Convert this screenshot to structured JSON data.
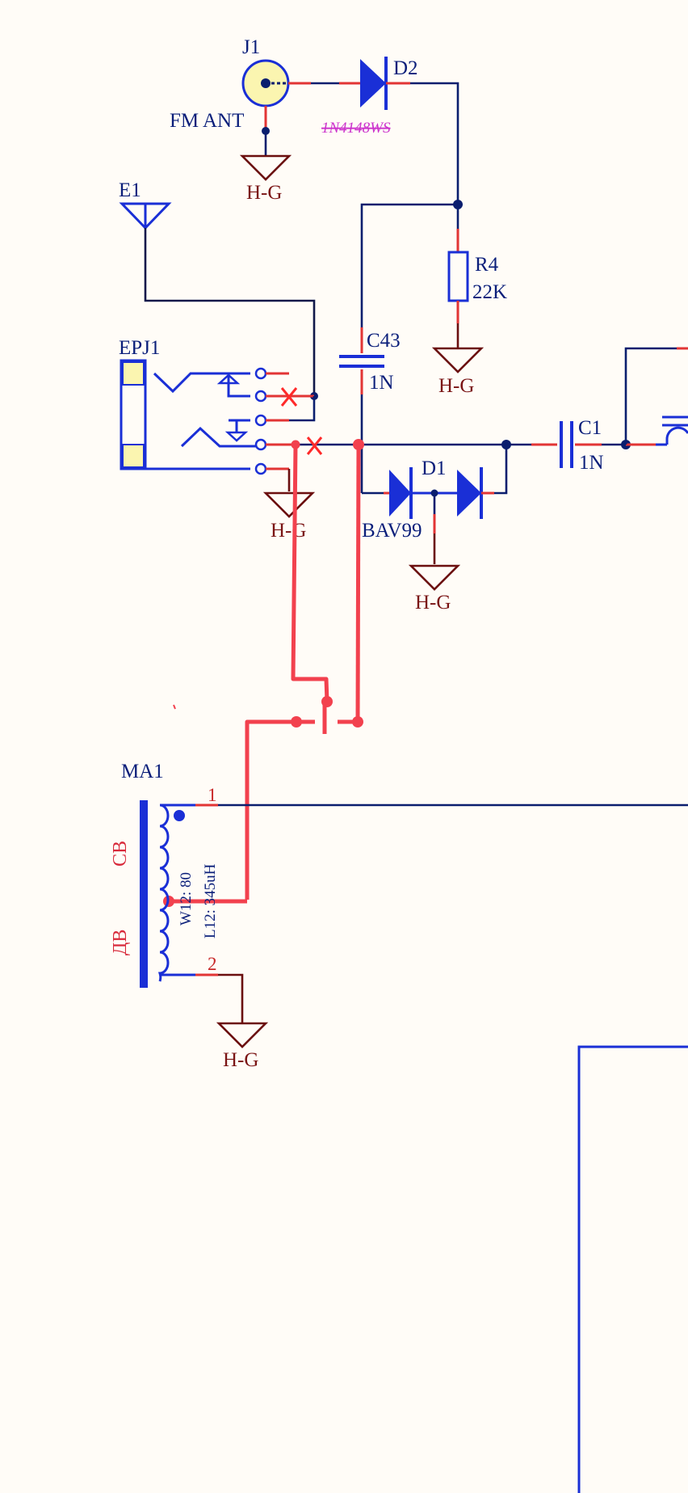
{
  "labels": {
    "j1": "J1",
    "fm_ant": "FM ANT",
    "d2": "D2",
    "d2_part": "1N4148WS",
    "e1": "E1",
    "r4": "R4",
    "r4_value": "22K",
    "c43": "C43",
    "c43_value": "1N",
    "epj1": "EPJ1",
    "c1": "C1",
    "c1_value": "1N",
    "d1": "D1",
    "d1_part": "BAV99",
    "ma1": "MA1",
    "pin1": "1",
    "pin2": "2",
    "band_mw": "СВ",
    "band_lw": "ДВ",
    "w12": "W12: 80",
    "l12": "L12: 345uH"
  },
  "ground_label": "H-G",
  "colors": {
    "wire": "#0a1e6e",
    "component": "#1a2fd6",
    "pin_stub": "#e23535",
    "ground": "#6b0f0f",
    "modification": "#f2414e",
    "background": "#fffcf7"
  }
}
